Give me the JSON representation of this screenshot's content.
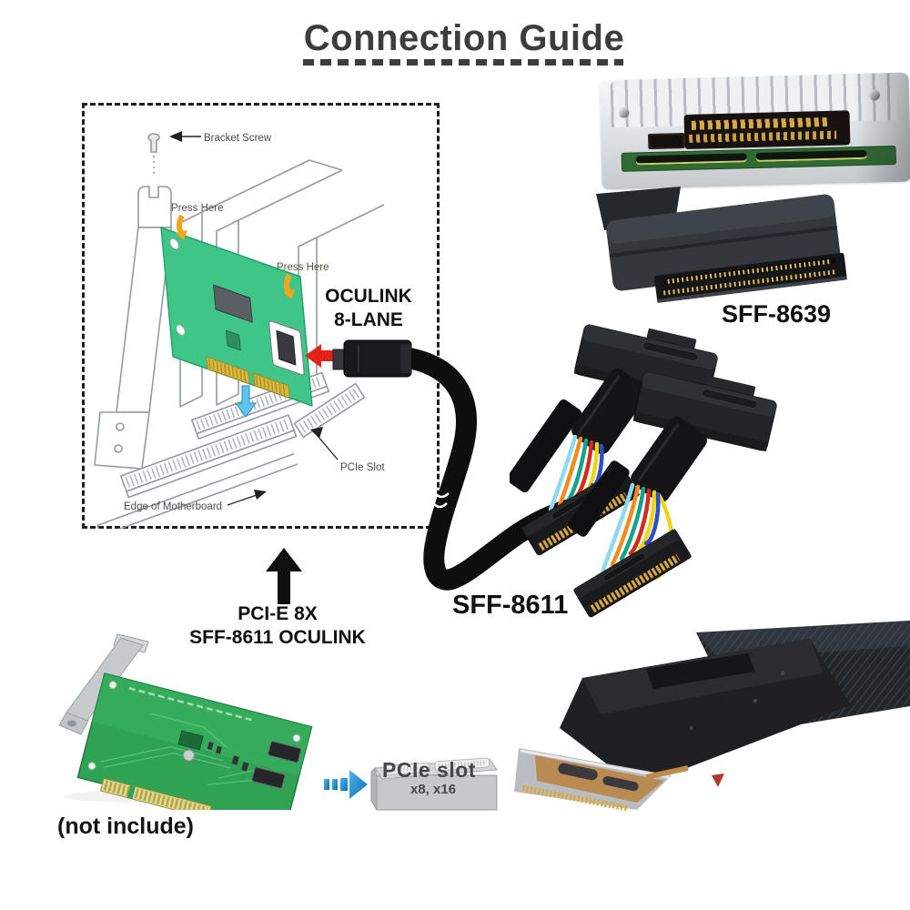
{
  "title": "Connection Guide",
  "install_diagram": {
    "bracket_screw_label": "Bracket Screw",
    "press_here_top": "Press Here",
    "press_here_mid": "Press Here",
    "pcie_slot_label": "PCIe Slot",
    "motherboard_edge_label": "Edge of Motherboard",
    "oculink_port_label": {
      "line1": "OCULINK",
      "line2": "8-LANE"
    }
  },
  "labels": {
    "sff8639": "SFF-8639",
    "sff8611": "SFF-8611",
    "adapter_callout": {
      "line1": "PCI-E 8X",
      "line2": "SFF-8611 OCULINK"
    },
    "not_included_note": "(not include)",
    "pcie_slot_box": {
      "line1": "PCIe slot",
      "line2": "x8, x16"
    }
  },
  "colors": {
    "background": "#ffffff",
    "title_text": "#3d3d3d",
    "label_text": "#111111",
    "diagram_line": "#9298a0",
    "diagram_card_green": "#3fc587",
    "photo_card_green": "#2fa254",
    "gold_pins": "#d9a843",
    "arrow_red": "#e32119",
    "arrow_yellow": "#f2a71b",
    "arrow_blue_small": "#5cc6ee",
    "arrow_blue": "#1b8ed2",
    "connector_black": "#202023",
    "wire_colors": [
      "#8fd8f2",
      "#f08c1e",
      "#12a48b",
      "#d42b1f",
      "#f2d219",
      "#2a52c8"
    ]
  }
}
